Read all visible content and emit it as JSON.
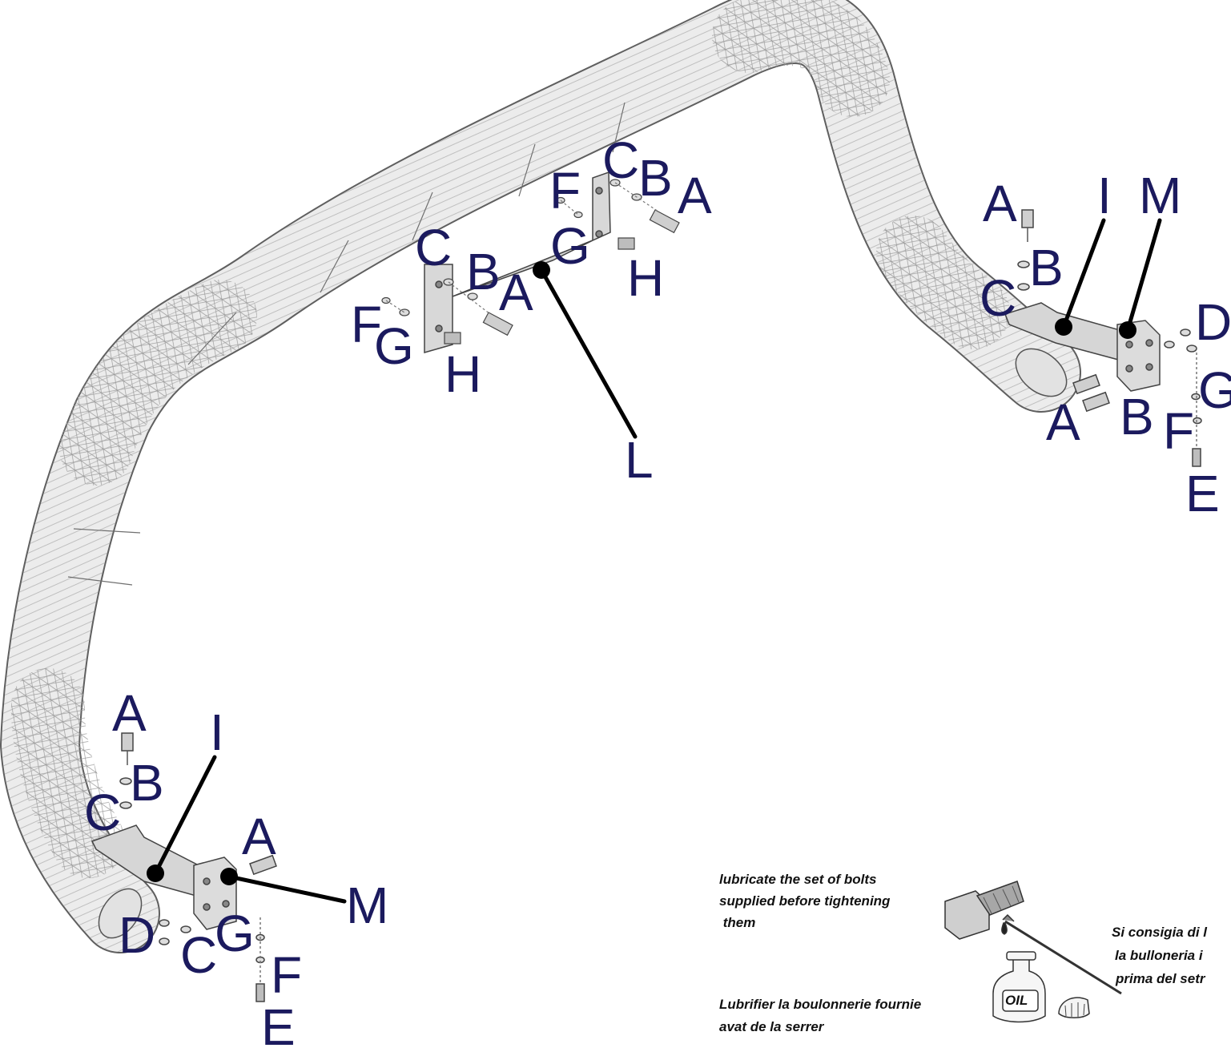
{
  "colors": {
    "label": "#1b1a5e",
    "tube_fill": "#e9e9e9",
    "tube_line": "#7a7a7a",
    "callout": "#000000"
  },
  "labels": {
    "center": {
      "C1": "C",
      "B1": "B",
      "A1": "A",
      "F1": "F",
      "G1": "G",
      "H1": "H",
      "C2": "C",
      "B2": "B",
      "A2": "A",
      "F2": "F",
      "G2": "G",
      "H2": "H",
      "L": "L"
    },
    "right": {
      "A1": "A",
      "B1": "B",
      "C1": "C",
      "I": "I",
      "M": "M",
      "D": "D",
      "G": "G",
      "A2": "A",
      "B2": "B",
      "F": "F",
      "E": "E"
    },
    "left": {
      "A1": "A",
      "B1": "B",
      "C1": "C",
      "I": "I",
      "A2": "A",
      "M": "M",
      "D": "D",
      "C2": "C",
      "G": "G",
      "F": "F",
      "E": "E"
    }
  },
  "notes": {
    "english": [
      "lubricate the set of bolts",
      "supplied before tightening",
      " them"
    ],
    "french": [
      "Lubrifier la boulonnerie fournie",
      "avat de la serrer"
    ],
    "italian": [
      "Si consigia di l",
      "la bulloneria i",
      "prima del setr"
    ],
    "oil_can": "OIL"
  }
}
